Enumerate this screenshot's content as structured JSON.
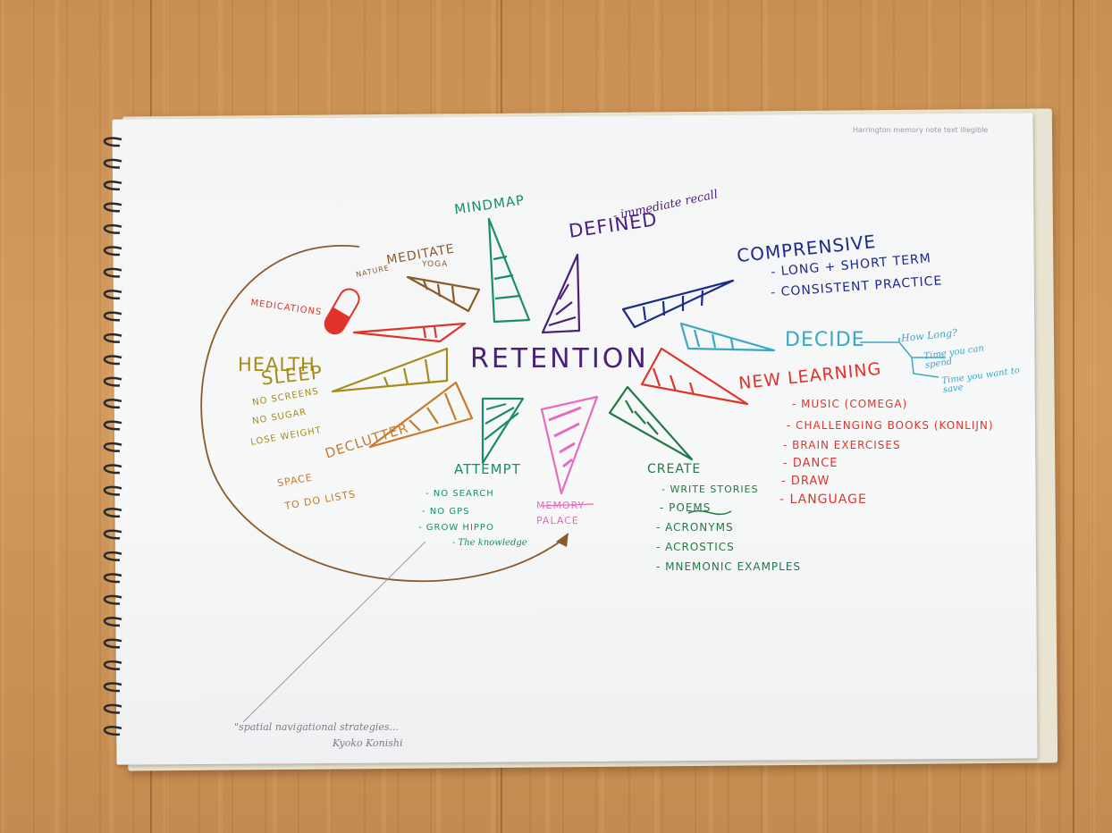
{
  "colors": {
    "purple": "#4b1f7a",
    "navy": "#1c2a8a",
    "teal": "#1a8c6a",
    "cyan": "#3aa7c6",
    "red": "#e0342a",
    "olive": "#a68a1a",
    "orange": "#c77a28",
    "green": "#1f7a44",
    "pink": "#e86ac0",
    "brown": "#8a5a2a",
    "pencil": "#7d7d86"
  },
  "corner_note": "Harrington memory note text illegible",
  "center": {
    "label": "RETENTION"
  },
  "mindmap": {
    "label": "MINDMAP"
  },
  "defined": {
    "label": "DEFINED",
    "note": "- immediate recall"
  },
  "comprehensive": {
    "label": "COMPRENSIVE",
    "items": [
      "- LONG + SHORT TERM",
      "- CONSISTENT PRACTICE"
    ]
  },
  "decide": {
    "label": "DECIDE",
    "items": [
      "How Long?",
      "Time you can spend",
      "Time you want to save"
    ]
  },
  "new_learning": {
    "label": "NEW LEARNING",
    "items": [
      "- MUSIC (COMEGA)",
      "- CHALLENGING BOOKS (KONLIJN)",
      "- BRAIN EXERCISES",
      "- DANCE",
      "- DRAW",
      "- LANGUAGE"
    ]
  },
  "create": {
    "label": "CREATE",
    "items": [
      "- WRITE STORIES",
      "- POEMS",
      "- ACRONYMS",
      "- ACROSTICS",
      "- MNEMONIC EXAMPLES"
    ]
  },
  "memory_palace": {
    "label": "MEMORY PALACE"
  },
  "attempt": {
    "label": "ATTEMPT",
    "items": [
      "- NO SEARCH",
      "- NO GPS",
      "- GROW HIPPO",
      "- The knowledge"
    ]
  },
  "declutter": {
    "label": "DECLUTTER",
    "items": [
      "SPACE",
      "TO DO LISTS"
    ]
  },
  "health": {
    "label_top": "HEALTH",
    "label_bottom": "SLEEP",
    "items": [
      "NO SCREENS",
      "NO SUGAR",
      "LOSE WEIGHT"
    ]
  },
  "medications": {
    "label": "MEDICATIONS"
  },
  "meditate": {
    "label": "MEDITATE",
    "sub_left": "NATURE",
    "sub_right": "YOGA"
  },
  "pencil_note": {
    "line1": "\"spatial navigational strategies...",
    "line2": "Kyoko Konishi"
  }
}
